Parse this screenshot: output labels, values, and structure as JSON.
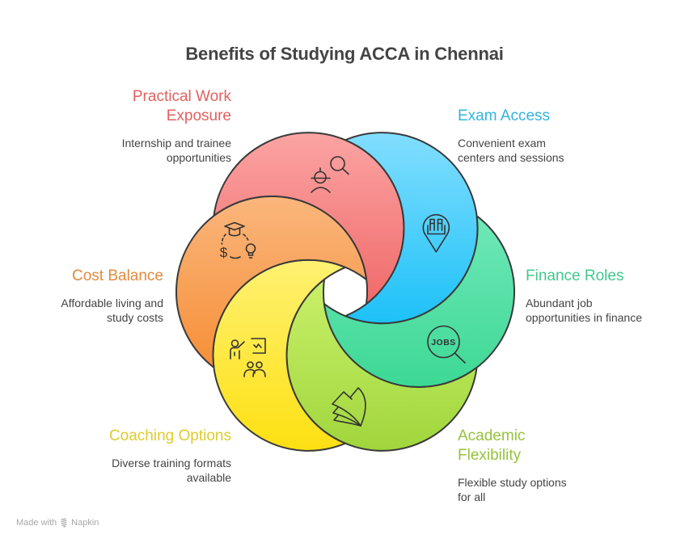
{
  "title": "Benefits of Studying ACCA in Chennai",
  "benefits": [
    {
      "id": "practical-work-exposure",
      "title_lines": [
        "Practical Work",
        "Exposure"
      ],
      "desc_lines": [
        "Internship and trainee",
        "opportunities"
      ],
      "text_color": "#e2605f",
      "fill_top": "#fba4a3",
      "fill_bottom": "#f06a6a",
      "icon": "worker-search-icon"
    },
    {
      "id": "exam-access",
      "title_lines": [
        "Exam Access"
      ],
      "desc_lines": [
        "Convenient exam",
        "centers and sessions"
      ],
      "text_color": "#31b4dc",
      "fill_top": "#82defe",
      "fill_bottom": "#1dc1f8",
      "icon": "location-pin-lab-icon"
    },
    {
      "id": "finance-roles",
      "title_lines": [
        "Finance Roles"
      ],
      "desc_lines": [
        "Abundant job",
        "opportunities in finance"
      ],
      "text_color": "#41c88c",
      "fill_top": "#6fe8b8",
      "fill_bottom": "#3dd895",
      "icon": "jobs-search-icon",
      "icon_text": "JOBS"
    },
    {
      "id": "academic-flexibility",
      "title_lines": [
        "Academic",
        "Flexibility"
      ],
      "desc_lines": [
        "Flexible study options",
        "for all"
      ],
      "text_color": "#95c23c",
      "fill_top": "#c9f06a",
      "fill_bottom": "#a0d63c",
      "icon": "open-book-pages-icon"
    },
    {
      "id": "coaching-options",
      "title_lines": [
        "Coaching Options"
      ],
      "desc_lines": [
        "Diverse training formats",
        "available"
      ],
      "text_color": "#dccc2c",
      "fill_top": "#fff172",
      "fill_bottom": "#fde012",
      "icon": "teacher-board-icon"
    },
    {
      "id": "cost-balance",
      "title_lines": [
        "Cost Balance"
      ],
      "desc_lines": [
        "Affordable living and",
        "study costs"
      ],
      "text_color": "#e3893c",
      "fill_top": "#fab67c",
      "fill_bottom": "#f68f38",
      "icon": "education-cost-cycle-icon",
      "icon_text": "$"
    }
  ],
  "footer": {
    "made_with": "Made with",
    "brand": "Napkin"
  }
}
